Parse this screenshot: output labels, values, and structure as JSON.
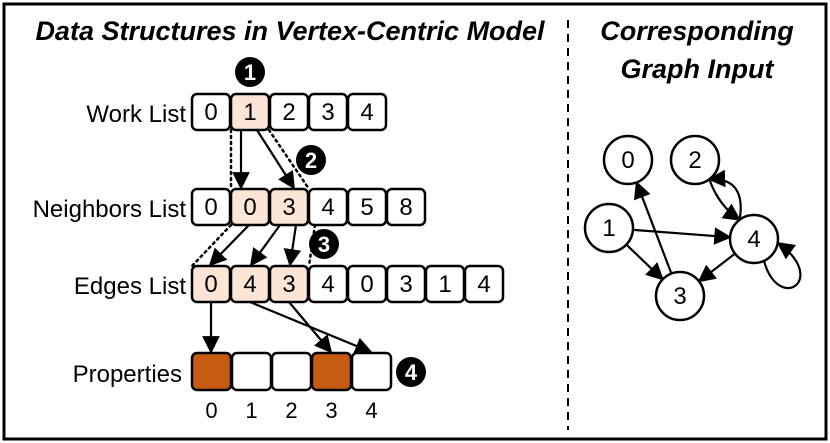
{
  "titles": {
    "left": "Data Structures in Vertex-Centric Model",
    "right_line1": "Corresponding",
    "right_line2": "Graph Input"
  },
  "rows": {
    "work_list": {
      "label": "Work List",
      "cells": [
        "0",
        "1",
        "2",
        "3",
        "4"
      ],
      "highlight": [
        1
      ]
    },
    "neighbors_list": {
      "label": "Neighbors List",
      "cells": [
        "0",
        "0",
        "3",
        "4",
        "5",
        "8"
      ],
      "highlight": [
        1,
        2
      ]
    },
    "edges_list": {
      "label": "Edges List",
      "cells": [
        "0",
        "4",
        "3",
        "4",
        "0",
        "3",
        "1",
        "4"
      ],
      "highlight": [
        0,
        1,
        2
      ]
    },
    "properties": {
      "label": "Properties",
      "indices": [
        "0",
        "1",
        "2",
        "3",
        "4"
      ],
      "filled": [
        0,
        3
      ]
    }
  },
  "steps": [
    "1",
    "2",
    "3",
    "4"
  ],
  "graph": {
    "nodes": [
      "0",
      "1",
      "2",
      "3",
      "4"
    ],
    "edges": [
      [
        "1",
        "4"
      ],
      [
        "1",
        "3"
      ],
      [
        "3",
        "0"
      ],
      [
        "2",
        "4"
      ],
      [
        "4",
        "2"
      ],
      [
        "4",
        "3"
      ],
      [
        "4",
        "4"
      ]
    ]
  },
  "colors": {
    "highlight_fill": "#fbe5d6",
    "property_fill": "#c55a11",
    "badge": "#000000",
    "stroke": "#000000"
  }
}
